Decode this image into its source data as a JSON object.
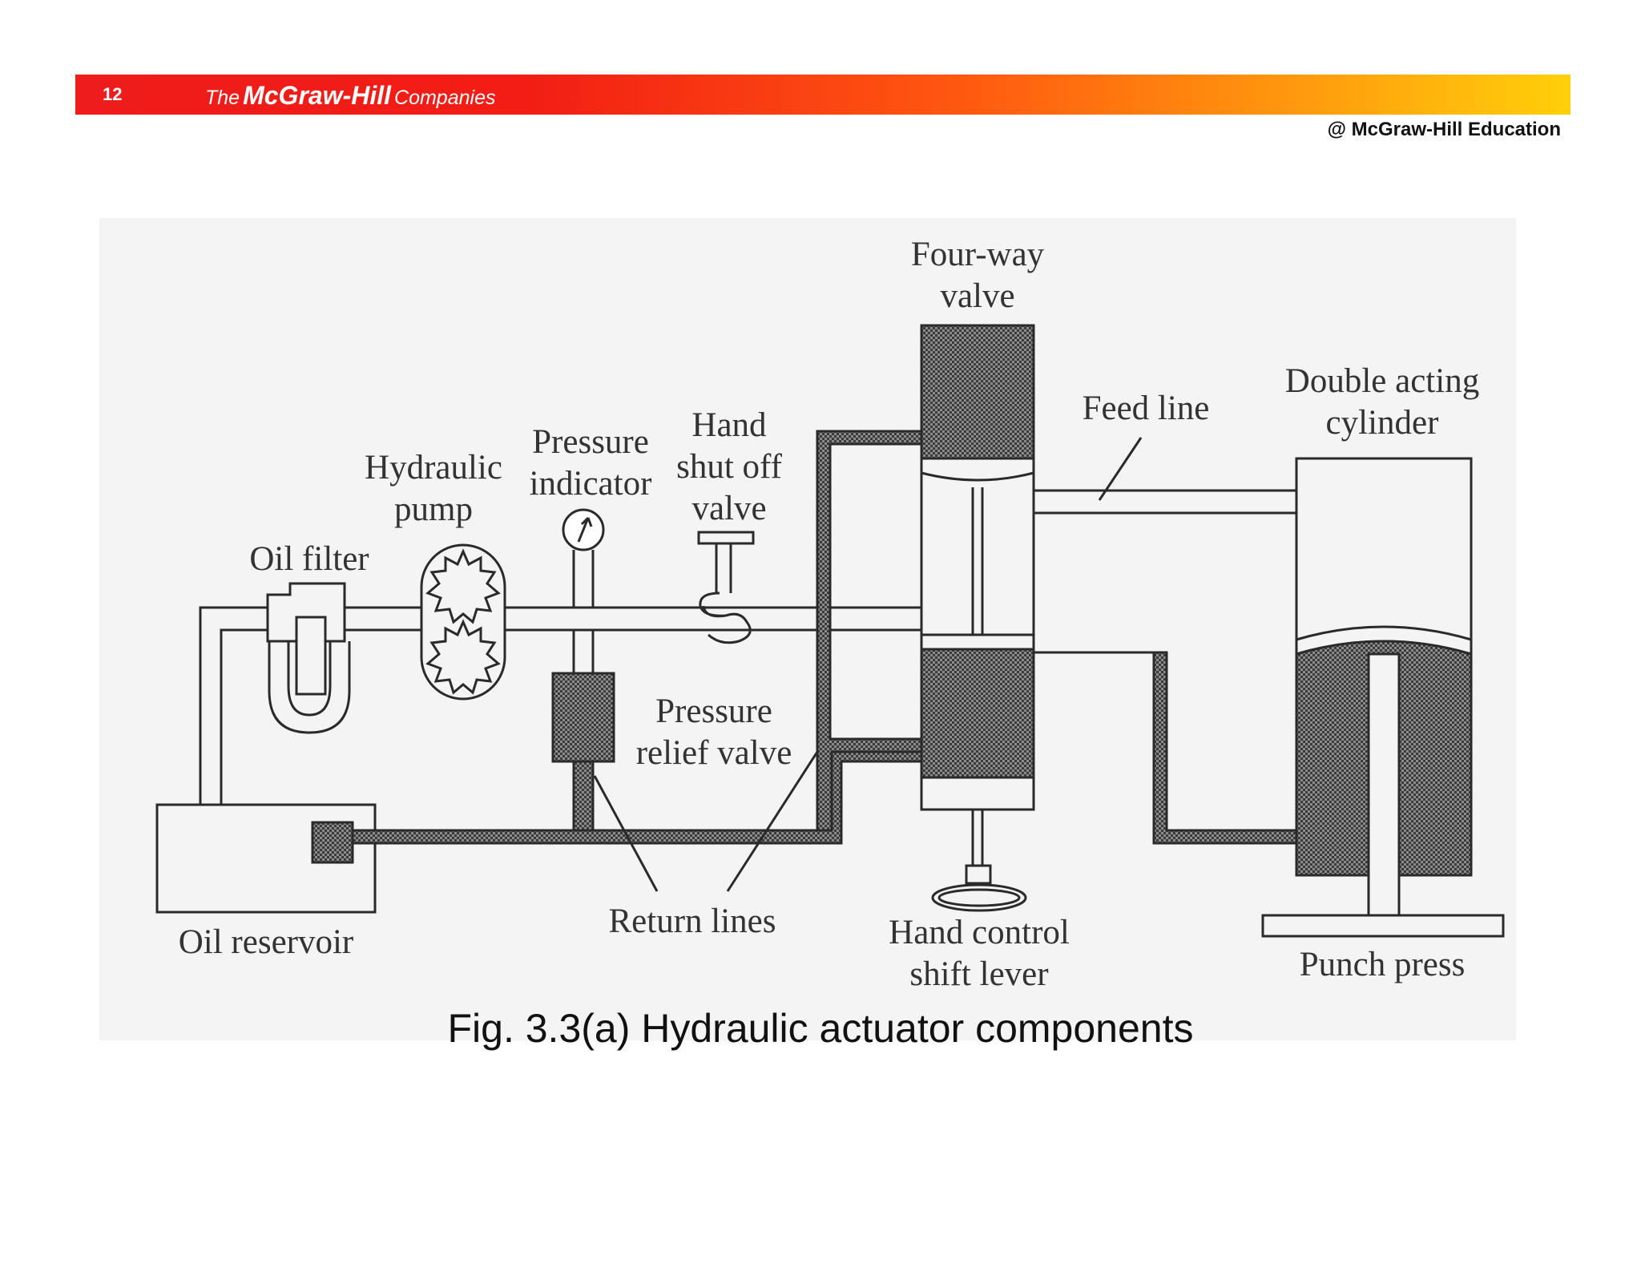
{
  "header": {
    "page_number": "12",
    "brand_prefix": "The",
    "brand_name": "McGraw-Hill",
    "brand_suffix": "Companies",
    "copyright": "@ McGraw-Hill Education",
    "gradient_colors": [
      "#ee1c1c",
      "#ff5a10",
      "#ffd00a"
    ]
  },
  "diagram": {
    "labels": {
      "four_way_valve": [
        "Four-way",
        "valve"
      ],
      "feed_line": "Feed line",
      "double_acting_cylinder": [
        "Double acting",
        "cylinder"
      ],
      "hand_shut_off_valve": [
        "Hand",
        "shut off",
        "valve"
      ],
      "pressure_indicator": [
        "Pressure",
        "indicator"
      ],
      "hydraulic_pump": [
        "Hydraulic",
        "pump"
      ],
      "oil_filter": "Oil filter",
      "pressure_relief_valve": [
        "Pressure",
        "relief valve"
      ],
      "oil_reservoir": "Oil reservoir",
      "return_lines": "Return lines",
      "hand_control_shift_lever": [
        "Hand control",
        "shift lever"
      ],
      "punch_press": "Punch press"
    },
    "caption": "Fig. 3.3(a) Hydraulic actuator components"
  }
}
